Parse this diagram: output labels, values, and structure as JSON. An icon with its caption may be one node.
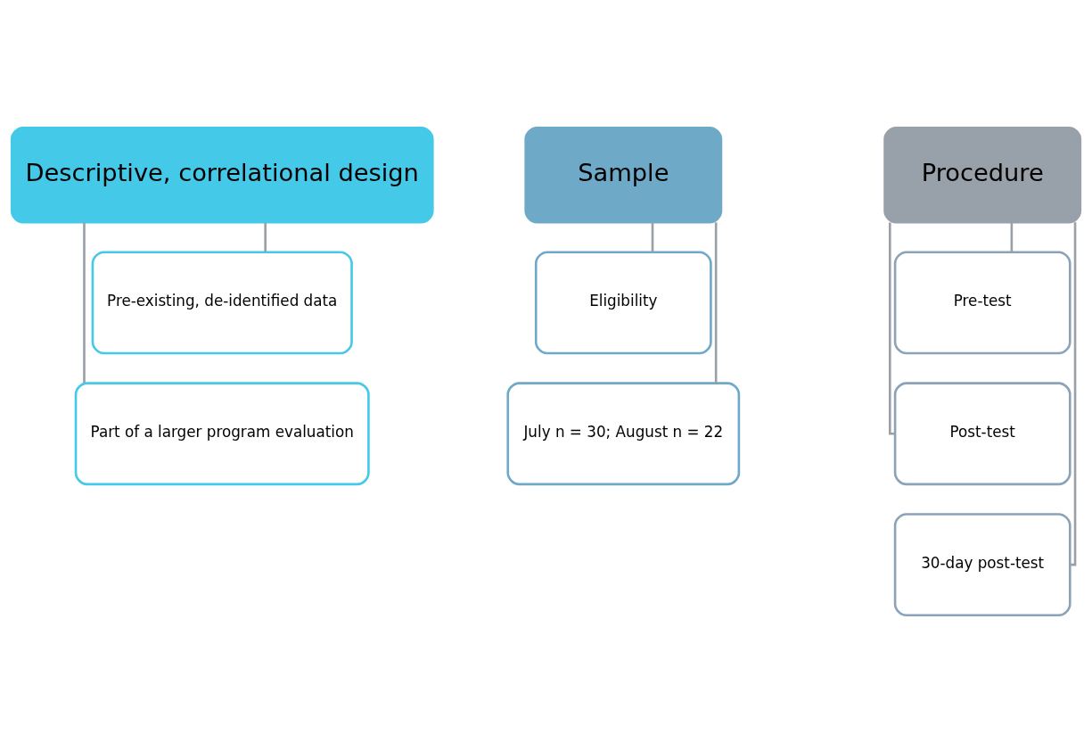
{
  "diagram": {
    "nodes": [
      {
        "text": [
          "Descriptive, correlational design"
        ]
      },
      {
        "text": [
          "Pre-existing, de-identified data"
        ]
      },
      {
        "text": [
          "Part of a larger program evaluation"
        ]
      },
      {
        "text": [
          "Sample"
        ]
      },
      {
        "text": [
          "Eligibility"
        ]
      },
      {
        "text": [
          "July n = 30; August n = 22"
        ]
      },
      {
        "text": [
          "Procedure"
        ]
      },
      {
        "text": [
          "Pre-test"
        ]
      },
      {
        "text": [
          "Post-test"
        ]
      },
      {
        "text": [
          "30-day post-test"
        ]
      }
    ],
    "edges": [
      {
        "from": 0,
        "to": 1,
        "arrow": "none"
      },
      {
        "from": 0,
        "to": 2,
        "arrow": "none"
      },
      {
        "from": 3,
        "to": 4,
        "arrow": "none"
      },
      {
        "from": 3,
        "to": 5,
        "arrow": "none"
      },
      {
        "from": 6,
        "to": 7,
        "arrow": "none"
      },
      {
        "from": 6,
        "to": 8,
        "arrow": "none"
      },
      {
        "from": 6,
        "to": 9,
        "arrow": "none"
      }
    ]
  }
}
